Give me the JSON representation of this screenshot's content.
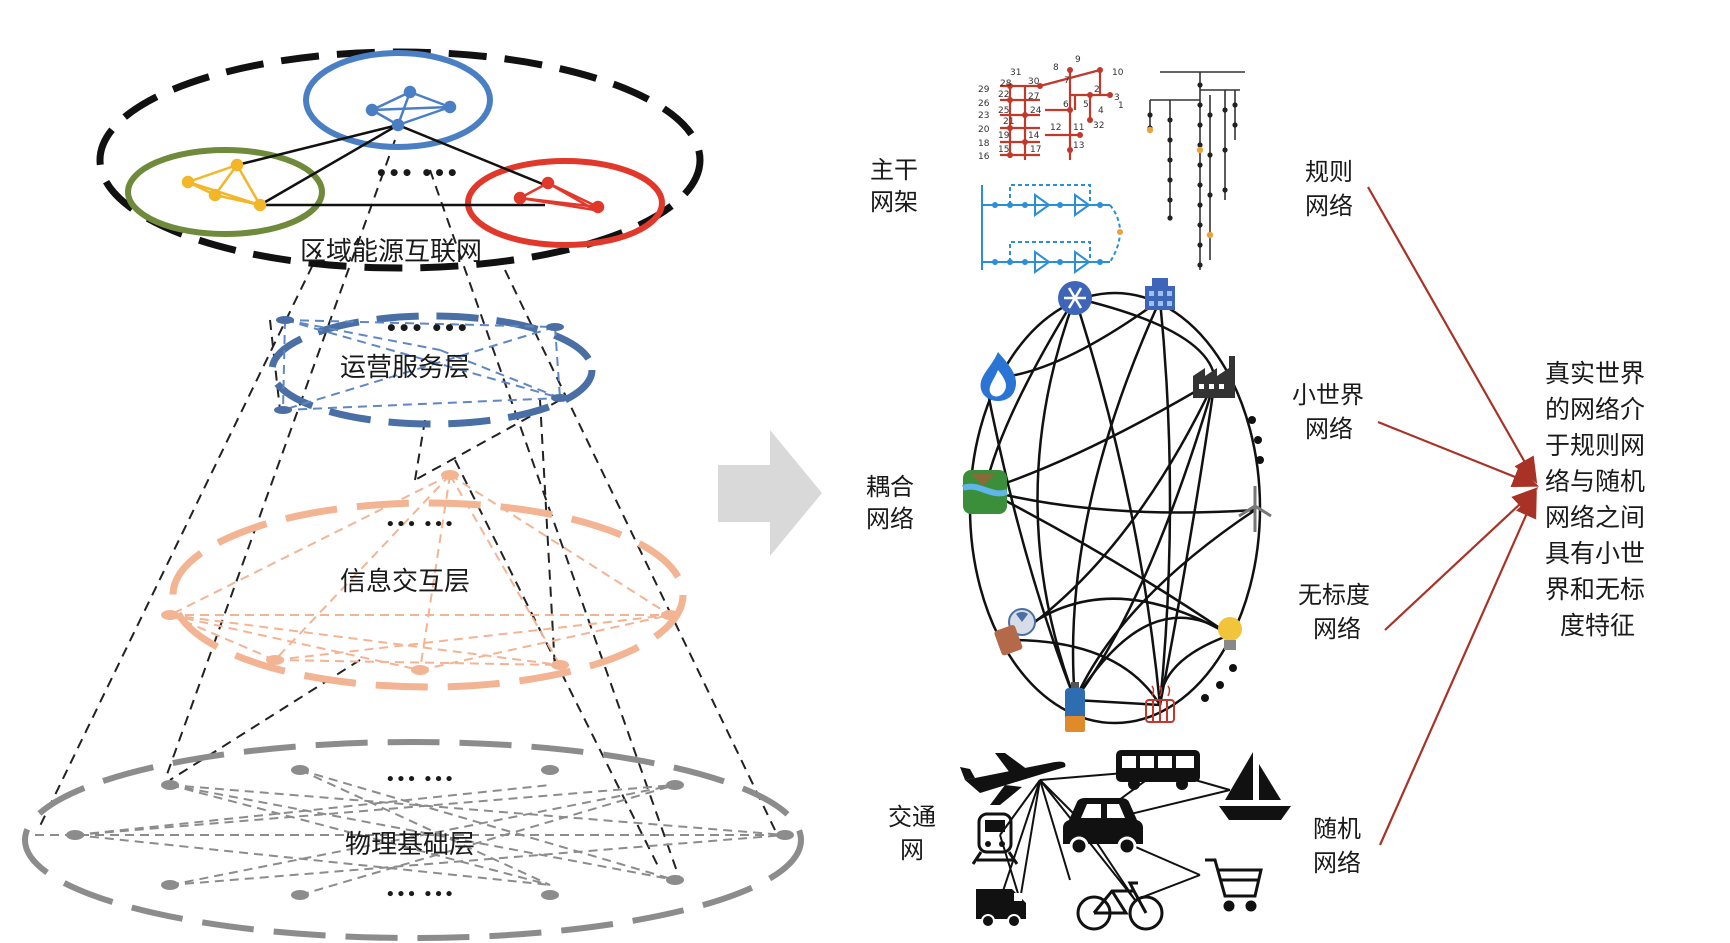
{
  "layers": {
    "top": "区域能源互联网",
    "ops": "运营服务层",
    "info": "信息交互层",
    "phys": "物理基础层"
  },
  "ellipsis": "••• •••",
  "networks": {
    "backbone": [
      "主干",
      "网架"
    ],
    "coupled": [
      "耦合",
      "网络"
    ],
    "traffic": [
      "交通",
      "网"
    ]
  },
  "types": {
    "regular": [
      "规则",
      "网络"
    ],
    "small_world": [
      "小世界",
      "网络"
    ],
    "scale_free": [
      "无标度",
      "网络"
    ],
    "random": [
      "随机",
      "网络"
    ]
  },
  "conclusion": [
    "真实世界",
    "的网络介",
    "于规则网",
    "络与随机",
    "网络之间",
    "具有小世",
    "界和无标",
    "度特征"
  ],
  "feeder_labels": [
    "8",
    "9",
    "10",
    "31",
    "28",
    "30",
    "7",
    "2",
    "29",
    "22",
    "26",
    "27",
    "6",
    "5",
    "3",
    "4",
    "1",
    "24",
    "23",
    "25",
    "21",
    "12",
    "11",
    "32",
    "19",
    "20",
    "14",
    "15",
    "18",
    "16",
    "17",
    "13"
  ],
  "colors": {
    "cluster_blue": "#4a7fc4",
    "cluster_green": "#6f8a3a",
    "cluster_red": "#e0392b",
    "node_yellow": "#f2b628",
    "ops_layer": "#4a6fa5",
    "info_layer": "#f2b493",
    "phys_layer": "#8c8c8c",
    "grid_red": "#c0392b",
    "grid_blue": "#2b8fd6",
    "arrow_red": "#a93226",
    "big_arrow": "#d9d9d9"
  }
}
